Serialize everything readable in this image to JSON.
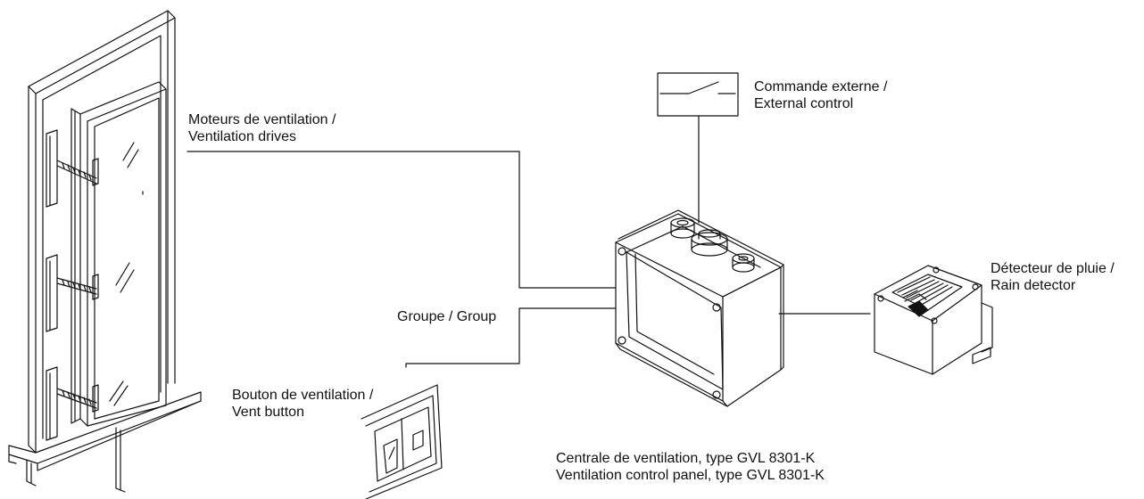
{
  "labels": {
    "drives_fr": "Moteurs de ventilation /",
    "drives_en": "Ventilation drives",
    "external_fr": "Commande externe /",
    "external_en": "External control",
    "rain_fr": "Détecteur de pluie /",
    "rain_en": "Rain detector",
    "group": "Groupe / Group",
    "button_fr": "Bouton de ventilation /",
    "button_en": "Vent button",
    "panel_fr": "Centrale de ventilation, type GVL 8301-K",
    "panel_en": "Ventilation control panel, type GVL 8301-K"
  },
  "colors": {
    "line": "#111111",
    "background": "#ffffff"
  }
}
